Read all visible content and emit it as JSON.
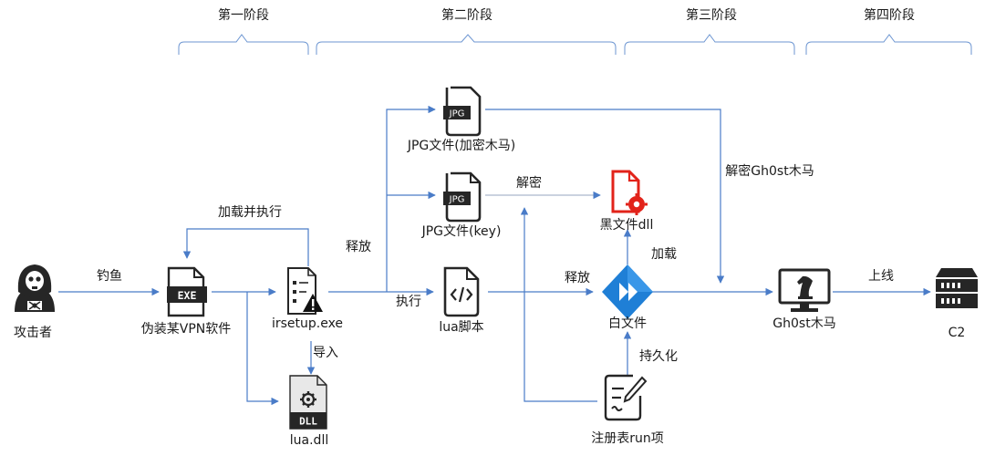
{
  "colors": {
    "line": "#4a7cc8",
    "bracket": "#6d96d2",
    "icon_dark": "#262626",
    "warn": "#111111",
    "black_file_red": "#e2231a",
    "white_file_blue": "#1f7fd6"
  },
  "stages": [
    "第一阶段",
    "第二阶段",
    "第三阶段",
    "第四阶段"
  ],
  "nodes": {
    "attacker": "攻击者",
    "fake_vpn": "伪装某VPN软件",
    "irsetup": "irsetup.exe",
    "lua_dll": "lua.dll",
    "jpg_encrypted": "JPG文件(加密木马)",
    "jpg_key": "JPG文件(key)",
    "lua_script": "lua脚本",
    "black_dll": "黑文件dll",
    "white_file": "白文件",
    "registry_run": "注册表run项",
    "gh0st": "Gh0st木马",
    "c2": "C2"
  },
  "edges": {
    "phishing": "钓鱼",
    "load_exec": "加载并执行",
    "release_1": "释放",
    "import": "导入",
    "execute": "执行",
    "decrypt": "解密",
    "release_2": "释放",
    "load": "加载",
    "persistence": "持久化",
    "decrypt_gh0st": "解密Gh0st木马",
    "online": "上线"
  },
  "icon_text": {
    "exe": "EXE",
    "jpg": "JPG",
    "dll": "DLL"
  }
}
